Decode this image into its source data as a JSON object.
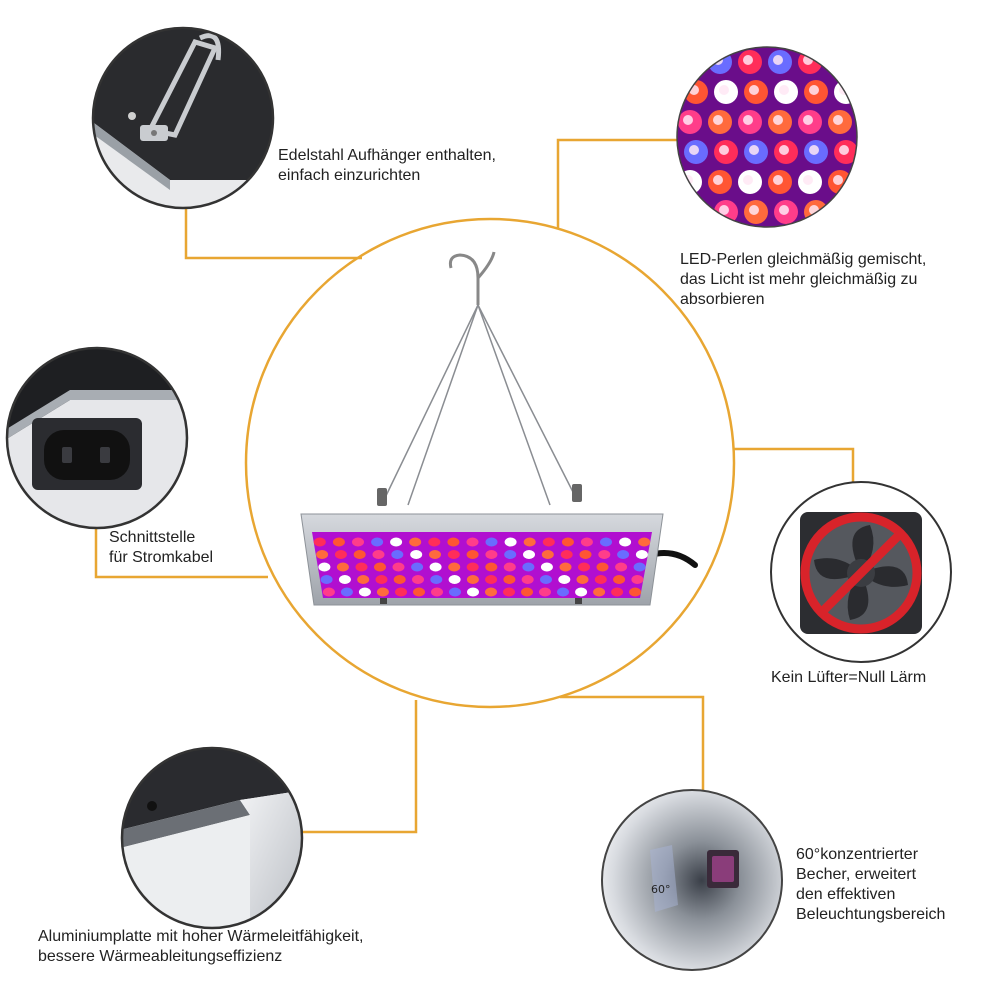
{
  "colors": {
    "accent": "#e8a632",
    "panel_led_background": "#b10fd0",
    "panel_frame": "#b8bcc2"
  },
  "features": [
    {
      "id": "hanger",
      "icon": "stainless-hook-photo",
      "text": "Edelstahl Aufhänger enthalten,\neinfach einzurichten"
    },
    {
      "id": "led",
      "icon": "led-beads-photo",
      "text": "LED-Perlen gleichmäßig gemischt,\ndas Licht ist mehr gleichmäßig zu\nabsorbieren"
    },
    {
      "id": "power",
      "icon": "power-socket-photo",
      "text": "Schnittstelle\nfür Stromkabel"
    },
    {
      "id": "fan",
      "icon": "no-fan-icon",
      "text": "Kein Lüfter=Null Lärm"
    },
    {
      "id": "aluminium",
      "icon": "aluminium-corner-photo",
      "text": "Aluminiumplatte mit hoher Wärmeleitfähigkeit,\nbessere Wärmeableitungseffizienz"
    },
    {
      "id": "reflector",
      "icon": "reflector-cup-photo",
      "text": "60°konzentrierter\nBecher, erweitert\nden effektiven\nBeleuchtungsbereich"
    }
  ],
  "reflector_angle_label": "60°"
}
